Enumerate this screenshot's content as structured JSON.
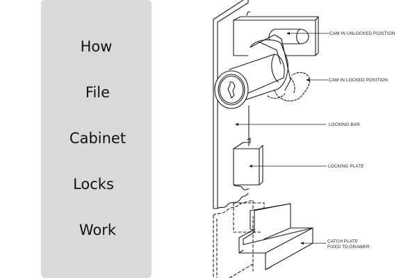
{
  "title_card": {
    "words": [
      "How",
      "File",
      "Cabinet",
      "Locks",
      "Work"
    ]
  },
  "diagram": {
    "labels": {
      "cam_unlocked": "CAM IN UNLOCKED POSITION",
      "cam_locked": "CAM IN LOCKED POSITION",
      "locking_bar": "LOCKING BAR",
      "locking_plate": "LOCKING PLATE",
      "catch_plate_line1": "CATCH PLATE",
      "catch_plate_line2": "FIXED TO DRAWER"
    },
    "colors": {
      "line": "#1a1a1a",
      "card_bg": "#d9d9d9"
    }
  }
}
